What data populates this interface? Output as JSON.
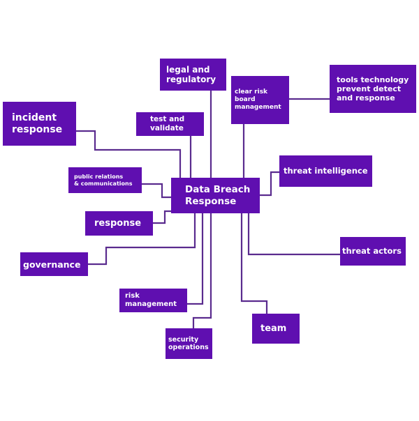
{
  "diagram": {
    "title": "Data Breach Response",
    "colors": {
      "node_fill": "#5f0fb0",
      "node_text": "#ffffff",
      "connector": "#5a2b8e",
      "background": "#ffffff"
    },
    "center": {
      "label": "Data Breach\nResponse"
    },
    "nodes": [
      {
        "id": "legal",
        "label": "legal and\nregulatory"
      },
      {
        "id": "clear-risk",
        "label": "clear risk\nboard\nmanagement"
      },
      {
        "id": "tools",
        "label": "tools technology\n prevent detect\nand response"
      },
      {
        "id": "incident",
        "label": "incident\nresponse"
      },
      {
        "id": "test",
        "label": "test and\nvalidate"
      },
      {
        "id": "public-relations",
        "label": "public relations\n& communications"
      },
      {
        "id": "threat-intel",
        "label": "threat intelligence"
      },
      {
        "id": "response",
        "label": "response"
      },
      {
        "id": "governance",
        "label": "governance"
      },
      {
        "id": "threat-actors",
        "label": "threat actors"
      },
      {
        "id": "risk-management",
        "label": "   risk\nmanagement"
      },
      {
        "id": "team",
        "label": "team"
      },
      {
        "id": "security-operations",
        "label": "security\noperations"
      }
    ]
  }
}
